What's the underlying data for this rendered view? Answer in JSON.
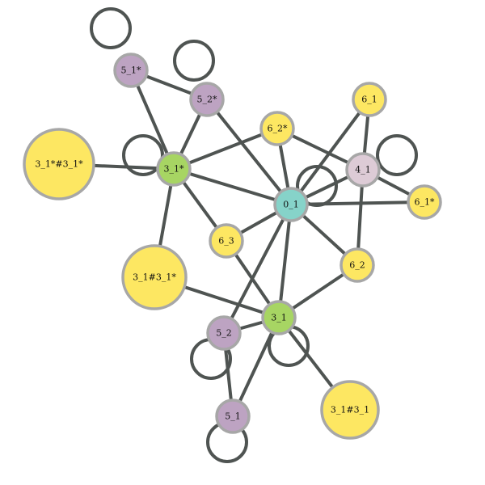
{
  "colors": {
    "background": "#ffffff",
    "edge": "#4f5452",
    "node_border": "#a7a7a7",
    "yellow": "#fde762",
    "green": "#a7d563",
    "purple": "#bda3c2",
    "teal": "#86d3c9",
    "light_pink": "#ddcbd6"
  },
  "nodes": [
    {
      "id": "5_1*",
      "label": "5_1*",
      "color": "purple"
    },
    {
      "id": "5_2*",
      "label": "5_2*",
      "color": "purple"
    },
    {
      "id": "6_2*",
      "label": "6_2*",
      "color": "yellow"
    },
    {
      "id": "6_1",
      "label": "6_1",
      "color": "yellow"
    },
    {
      "id": "3_1*#3_1*",
      "label": "3_1*#3_1*",
      "color": "yellow"
    },
    {
      "id": "3_1*",
      "label": "3_1*",
      "color": "green"
    },
    {
      "id": "4_1",
      "label": "4_1",
      "color": "light_pink"
    },
    {
      "id": "0_1",
      "label": "0_1",
      "color": "teal"
    },
    {
      "id": "6_1*",
      "label": "6_1*",
      "color": "yellow"
    },
    {
      "id": "6_3",
      "label": "6_3",
      "color": "yellow"
    },
    {
      "id": "6_2",
      "label": "6_2",
      "color": "yellow"
    },
    {
      "id": "3_1#3_1*",
      "label": "3_1#3_1*",
      "color": "yellow"
    },
    {
      "id": "3_1",
      "label": "3_1",
      "color": "green"
    },
    {
      "id": "5_2",
      "label": "5_2",
      "color": "purple"
    },
    {
      "id": "5_1",
      "label": "5_1",
      "color": "purple"
    },
    {
      "id": "3_1#3_1",
      "label": "3_1#3_1",
      "color": "yellow"
    }
  ],
  "edges": [
    [
      "5_1*",
      "5_1*"
    ],
    [
      "5_1*",
      "5_2*"
    ],
    [
      "5_1*",
      "3_1*"
    ],
    [
      "5_2*",
      "5_2*"
    ],
    [
      "5_2*",
      "3_1*"
    ],
    [
      "5_2*",
      "0_1"
    ],
    [
      "3_1*#3_1*",
      "3_1*"
    ],
    [
      "3_1*",
      "3_1*"
    ],
    [
      "3_1*",
      "6_2*"
    ],
    [
      "3_1*",
      "0_1"
    ],
    [
      "3_1*",
      "6_3"
    ],
    [
      "3_1*",
      "3_1#3_1*"
    ],
    [
      "6_2*",
      "0_1"
    ],
    [
      "6_2*",
      "4_1"
    ],
    [
      "6_1",
      "0_1"
    ],
    [
      "6_1",
      "4_1"
    ],
    [
      "4_1",
      "4_1"
    ],
    [
      "4_1",
      "0_1"
    ],
    [
      "4_1",
      "6_1*"
    ],
    [
      "4_1",
      "6_2"
    ],
    [
      "0_1",
      "0_1"
    ],
    [
      "0_1",
      "6_1*"
    ],
    [
      "0_1",
      "6_3"
    ],
    [
      "0_1",
      "6_2"
    ],
    [
      "0_1",
      "3_1"
    ],
    [
      "0_1",
      "5_2"
    ],
    [
      "6_3",
      "3_1"
    ],
    [
      "6_2",
      "3_1"
    ],
    [
      "3_1#3_1*",
      "3_1"
    ],
    [
      "3_1",
      "3_1"
    ],
    [
      "3_1",
      "5_2"
    ],
    [
      "3_1",
      "5_1"
    ],
    [
      "3_1",
      "3_1#3_1"
    ],
    [
      "5_2",
      "5_2"
    ],
    [
      "5_2",
      "5_1"
    ],
    [
      "5_1",
      "5_1"
    ]
  ]
}
